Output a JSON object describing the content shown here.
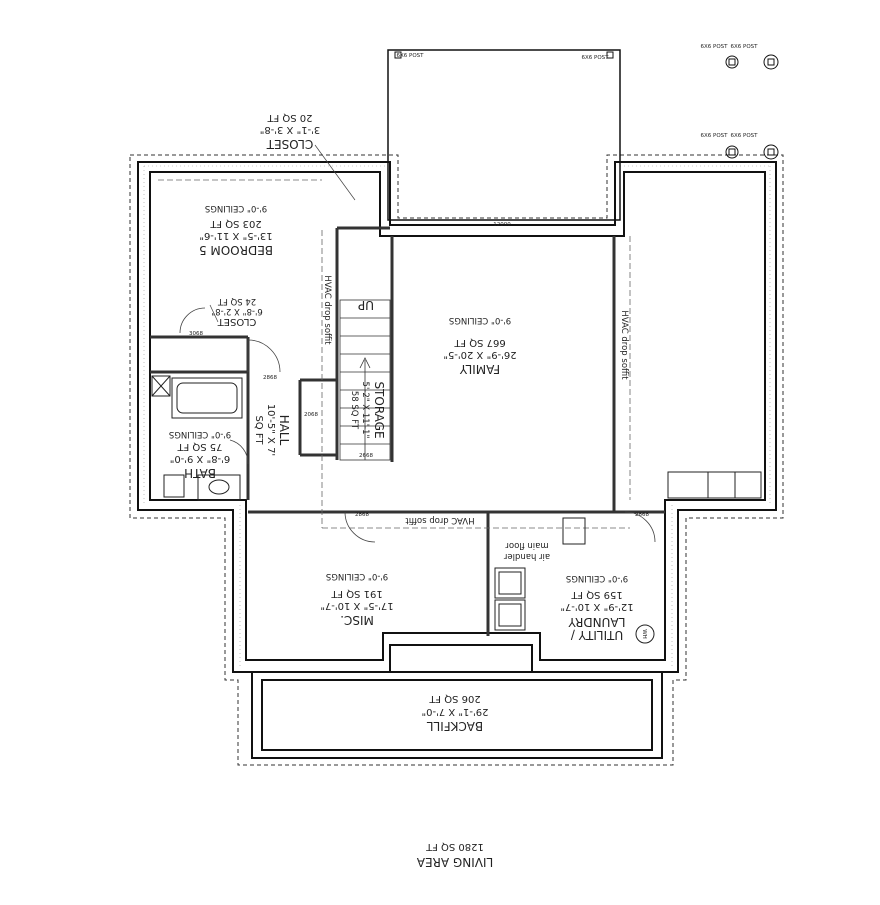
{
  "rooms": {
    "closet_top": {
      "name": "CLOSET",
      "dims": "3'-1\" X 3'-8\"",
      "area": "20 SQ FT"
    },
    "bedroom": {
      "name": "BEDROOM 5",
      "dims": "13'-5\" X 11'-6\"",
      "area": "203 SQ FT",
      "ceil": "9'-0\" CEILINGS"
    },
    "closet_small": {
      "name": "CLOSET",
      "dims": "6'-8\" X 2'-8\"",
      "area": "24 SQ FT"
    },
    "hall": {
      "name": "HALL",
      "dims": "10'-5\" X 7'",
      "area": "SQ FT"
    },
    "bath": {
      "name": "BATH",
      "dims": "6'-8\" X 9'-0\"",
      "area": "75 SQ FT",
      "ceil": "9'-0\" CEILINGS"
    },
    "family": {
      "name": "FAMILY",
      "dims": "26'-9\" X 20'-5\"",
      "area": "667 SQ FT",
      "ceil": "9'-0\" CEILINGS"
    },
    "storage": {
      "name": "STORAGE",
      "dims": "5'-2\" X 11'-1\"",
      "area": "58 SQ FT"
    },
    "misc": {
      "name": "MISC.",
      "dims": "17'-5\" X 10'-7\"",
      "area": "191 SQ FT",
      "ceil": "9'-0\" CEILINGS"
    },
    "utility": {
      "name": "UTILITY /",
      "name2": "LAUNDRY",
      "dims": "12'-9\" X 10'-7\"",
      "area": "159 SQ FT",
      "ceil": "9'-0\" CEILINGS"
    },
    "backfill": {
      "name": "BACKFILL",
      "dims": "29'-1\" X 7'-0\"",
      "area": "206 SQ FT"
    }
  },
  "notes": {
    "up": "UP",
    "hvac_soffit_left": "HVAC drop soffit",
    "hvac_soffit_right": "HVAC drop soffit",
    "hvac_soffit_bottom": "HVAC drop soffit",
    "air_handler_1": "air handler",
    "air_handler_2": "main floor",
    "wh": "WH"
  },
  "posts": {
    "label": "6X6 POST"
  },
  "door_tags": {
    "d2868": "2868",
    "d3068": "3068",
    "d2668": "2668",
    "d2068": "2068",
    "d2868b": "2868",
    "d2868c": "2868",
    "d12000": "12000"
  },
  "summary": {
    "title": "LIVING AREA",
    "area": "1280 SQ FT"
  }
}
